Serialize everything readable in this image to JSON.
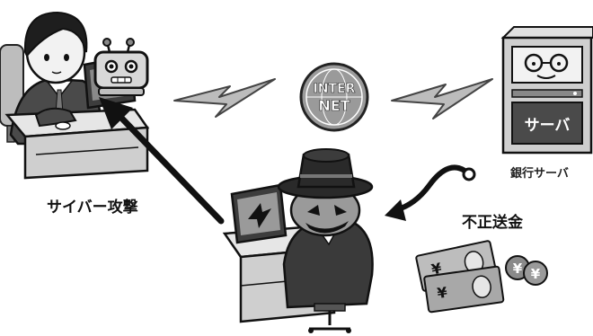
{
  "labels": {
    "cyber_attack": "サイバー攻撃",
    "illegal_transfer": "不正送金",
    "bank_server": "銀行サーバ",
    "server_screen": "サーバ",
    "internet_line1": "INTER",
    "internet_line2": "NET",
    "yen_symbol": "¥"
  },
  "colors": {
    "ink": "#111111",
    "gray_dark": "#555555",
    "gray_mid": "#8a8a8a",
    "gray_light": "#c8c8c8",
    "gray_pale": "#e6e6e6"
  }
}
